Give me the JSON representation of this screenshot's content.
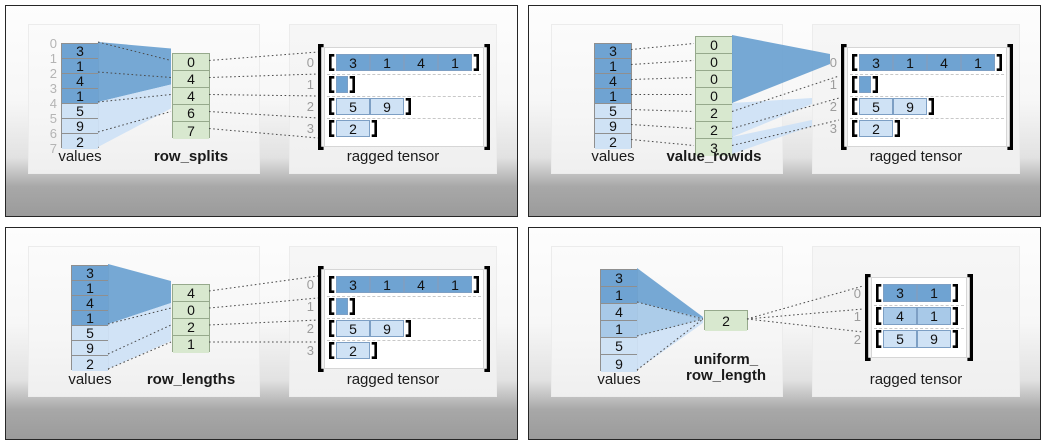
{
  "panels": [
    {
      "id": "row-splits",
      "values_caption": "values",
      "values": [
        "3",
        "1",
        "4",
        "1",
        "5",
        "9",
        "2"
      ],
      "value_shades": [
        0,
        0,
        0,
        0,
        1,
        1,
        1
      ],
      "value_indices": [
        "0",
        "1",
        "2",
        "3",
        "4",
        "5",
        "6",
        "7"
      ],
      "show_value_indices": true,
      "encoding_caption": "row_splits",
      "encoding_values": [
        "0",
        "4",
        "4",
        "6",
        "7"
      ],
      "tensor_caption": "ragged tensor",
      "tensor_row_indices": [
        "0",
        "1",
        "2",
        "3"
      ],
      "tensor_rows": [
        [
          "3",
          "1",
          "4",
          "1"
        ],
        [],
        [
          "5",
          "9"
        ],
        [
          "2"
        ]
      ],
      "tensor_row_shades": [
        0,
        0,
        1,
        1
      ]
    },
    {
      "id": "value-rowids",
      "values_caption": "values",
      "values": [
        "3",
        "1",
        "4",
        "1",
        "5",
        "9",
        "2"
      ],
      "value_shades": [
        0,
        0,
        0,
        0,
        1,
        1,
        1
      ],
      "value_indices": [],
      "show_value_indices": false,
      "encoding_caption": "value_rowids",
      "encoding_values": [
        "0",
        "0",
        "0",
        "0",
        "2",
        "2",
        "3"
      ],
      "tensor_caption": "ragged tensor",
      "tensor_row_indices": [
        "0",
        "1",
        "2",
        "3"
      ],
      "tensor_rows": [
        [
          "3",
          "1",
          "4",
          "1"
        ],
        [],
        [
          "5",
          "9"
        ],
        [
          "2"
        ]
      ],
      "tensor_row_shades": [
        0,
        0,
        1,
        1
      ]
    },
    {
      "id": "row-lengths",
      "values_caption": "values",
      "values": [
        "3",
        "1",
        "4",
        "1",
        "5",
        "9",
        "2"
      ],
      "value_shades": [
        0,
        0,
        0,
        0,
        1,
        1,
        1
      ],
      "value_indices": [],
      "show_value_indices": false,
      "encoding_caption": "row_lengths",
      "encoding_values": [
        "4",
        "0",
        "2",
        "1"
      ],
      "tensor_caption": "ragged tensor",
      "tensor_row_indices": [
        "0",
        "1",
        "2",
        "3"
      ],
      "tensor_rows": [
        [
          "3",
          "1",
          "4",
          "1"
        ],
        [],
        [
          "5",
          "9"
        ],
        [
          "2"
        ]
      ],
      "tensor_row_shades": [
        0,
        0,
        1,
        1
      ]
    },
    {
      "id": "uniform-row-length",
      "values_caption": "values",
      "values": [
        "3",
        "1",
        "4",
        "1",
        "5",
        "9"
      ],
      "value_shades": [
        0,
        0,
        2,
        2,
        1,
        1
      ],
      "value_indices": [],
      "show_value_indices": false,
      "encoding_caption": "uniform_\nrow_length",
      "encoding_values": [
        "2"
      ],
      "tensor_caption": "ragged tensor",
      "tensor_row_indices": [
        "0",
        "1",
        "2"
      ],
      "tensor_rows": [
        [
          "3",
          "1"
        ],
        [
          "4",
          "1"
        ],
        [
          "5",
          "9"
        ]
      ],
      "tensor_row_shades": [
        0,
        2,
        1
      ]
    }
  ],
  "colors": {
    "value_dark": "#6fa3d2",
    "value_mid": "#a8c9e8",
    "value_light": "#cfe2f5",
    "encoding_green": "#d8e8cf",
    "encoding_border": "#96a98c",
    "cell_border": "#8f8f8f",
    "bracket": "#000000",
    "index_text": "#b4b4b4",
    "row_index_text": "#9c9c9c",
    "dashed_divider": "#c8c8c8",
    "frame_border": "#262626"
  }
}
